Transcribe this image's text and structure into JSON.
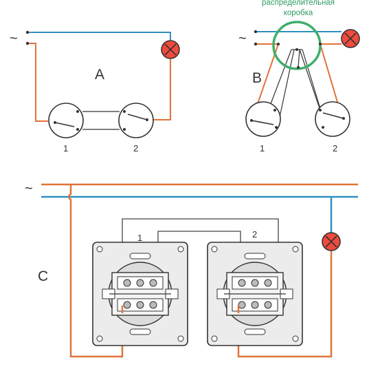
{
  "colors": {
    "phase": "#e0733a",
    "neutral": "#2f8fbf",
    "junction_box": "#3fae6a",
    "box_label": "#2f9a63",
    "outline": "#333333",
    "lamp_fill": "#f04a3e",
    "mechanism": "#e6e6e6"
  },
  "diagram_a": {
    "label": "A",
    "supply_symbol": "~",
    "switch_1": "1",
    "switch_2": "2"
  },
  "diagram_b": {
    "label": "B",
    "supply_symbol": "~",
    "junction_box_label_line1": "распределительная",
    "junction_box_label_line2": "коробка",
    "switch_1": "1",
    "switch_2": "2"
  },
  "diagram_c": {
    "label": "C",
    "supply_symbol": "~",
    "switch_1": "1",
    "switch_2": "2"
  },
  "icons": {
    "lamp": "lamp-icon",
    "switch": "two-way-switch-icon",
    "mechanism": "switch-mechanism-icon"
  }
}
